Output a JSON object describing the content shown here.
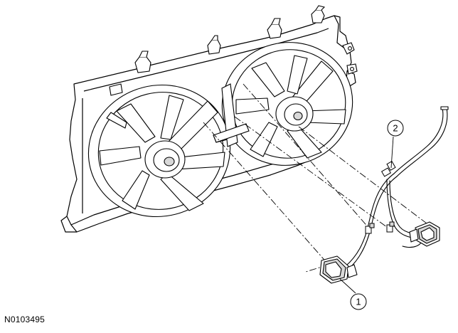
{
  "figure_id": "N0103495",
  "callouts": [
    {
      "number": "1"
    },
    {
      "number": "2"
    }
  ],
  "colors": {
    "line": "#000000",
    "shroud_fill": "#ffffff",
    "shade": "#d8d8d8"
  }
}
